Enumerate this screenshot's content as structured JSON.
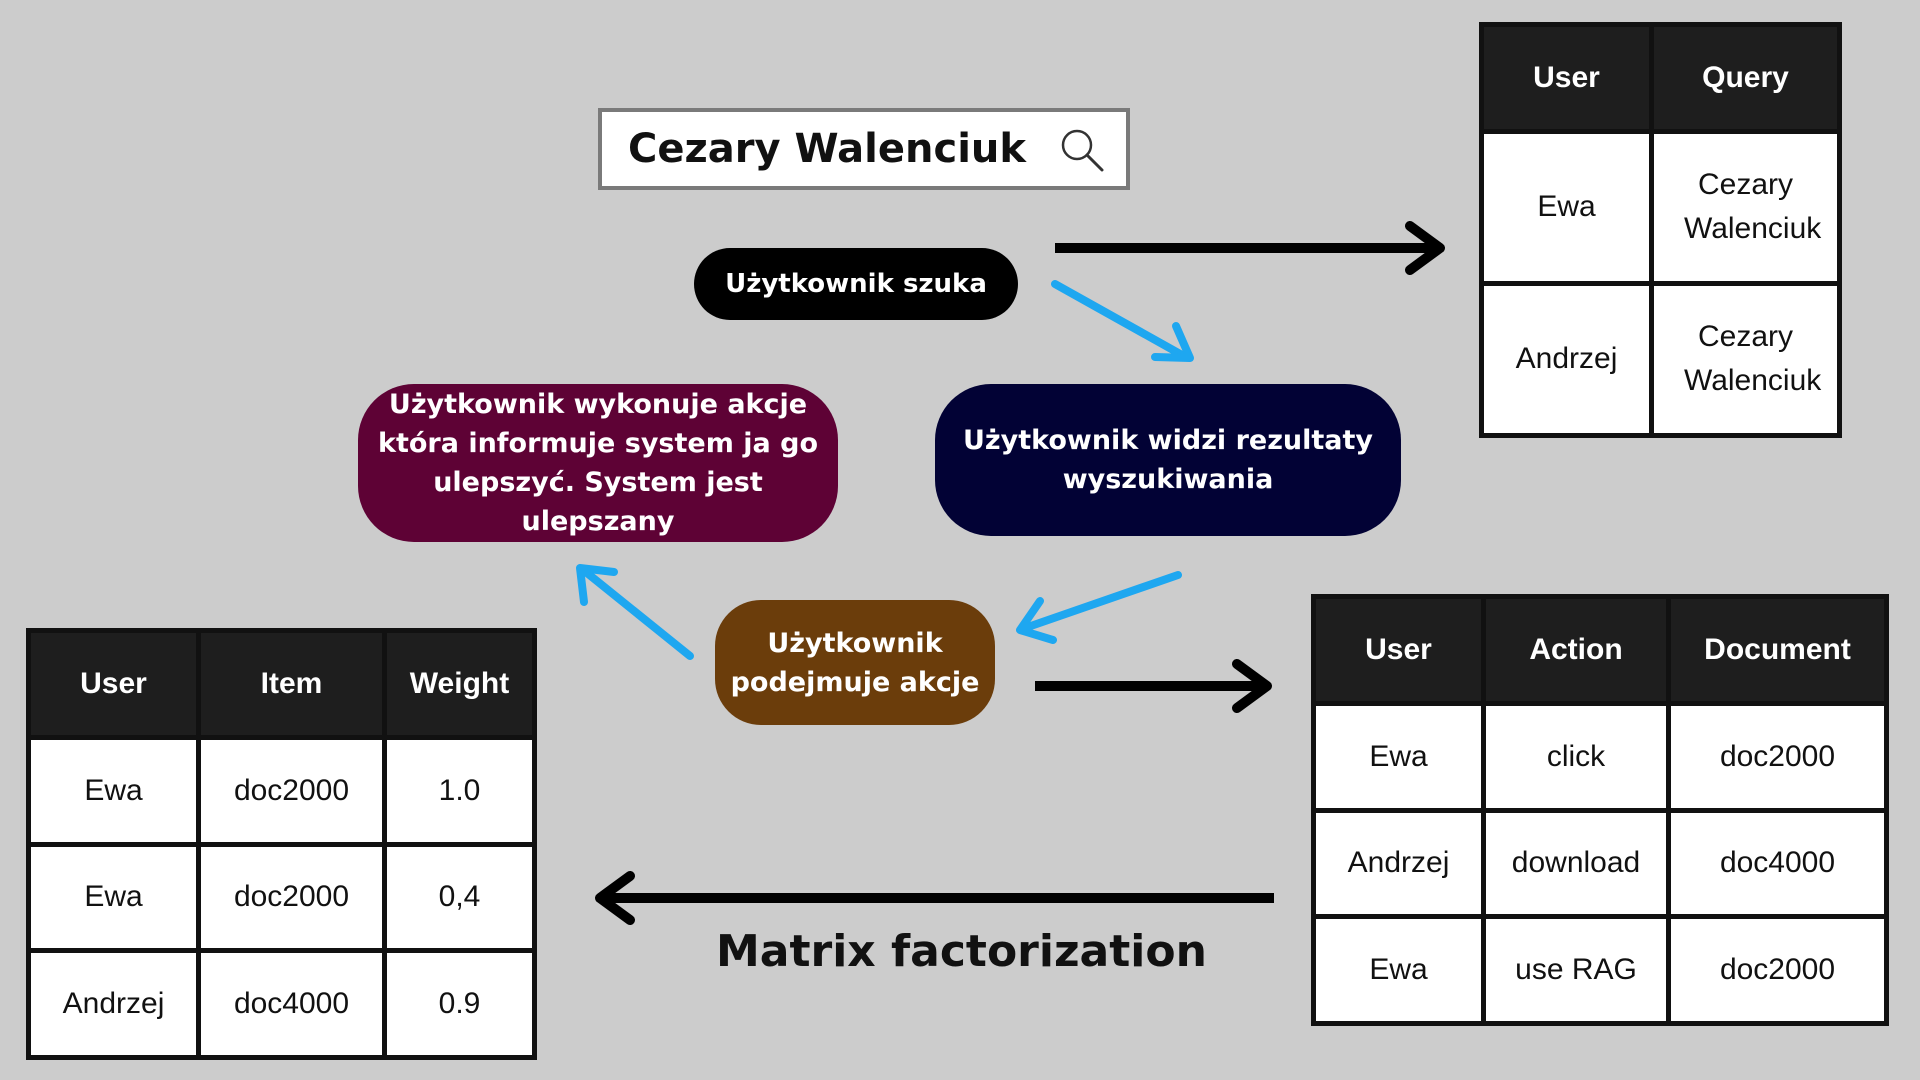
{
  "search": {
    "query": "Cezary Walenciuk"
  },
  "steps": {
    "search_label": "Użytkownik szuka",
    "results_label": "Użytkownik widzi rezultaty wyszukiwania",
    "action_label": "Użytkownik podejmuje akcje",
    "feedback_label": "Użytkownik wykonuje akcje która informuje system ja go ulepszyć. System jest ulepszany"
  },
  "query_table": {
    "headers": [
      "User",
      "Query"
    ],
    "rows": [
      [
        "Ewa",
        "Cezary Walenciuk"
      ],
      [
        "Andrzej",
        "Cezary Walenciuk"
      ]
    ]
  },
  "action_table": {
    "headers": [
      "User",
      "Action",
      "Document"
    ],
    "rows": [
      [
        "Ewa",
        "click",
        "doc2000"
      ],
      [
        "Andrzej",
        "download",
        "doc4000"
      ],
      [
        "Ewa",
        "use RAG",
        "doc2000"
      ]
    ]
  },
  "weight_table": {
    "headers": [
      "User",
      "Item",
      "Weight"
    ],
    "rows": [
      [
        "Ewa",
        "doc2000",
        "1.0"
      ],
      [
        "Ewa",
        "doc2000",
        "0,4"
      ],
      [
        "Andrzej",
        "doc4000",
        "0.9"
      ]
    ]
  },
  "matrix_label": "Matrix factorization",
  "colors": {
    "background": "#cccccc",
    "search_pill": "#000000",
    "results_pill": "#020235",
    "action_pill": "#6b3d0b",
    "feedback_pill": "#5e0235",
    "flow_arrow": "#1ea7f0",
    "data_arrow": "#000000"
  }
}
